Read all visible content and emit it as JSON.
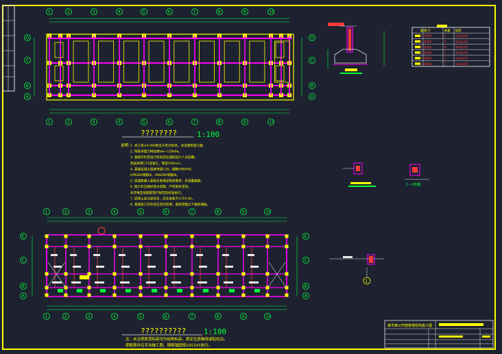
{
  "drawing": {
    "plan_top_title": "????????",
    "plan_top_scale": "1:100",
    "plan_bottom_title": "??????????",
    "plan_bottom_scale": "1:100",
    "notes_heading": "说明：",
    "notes_lines": [
      "1. 本工程±0.000相当于绝对标高，详见建筑施工图。",
      "2. 地基承载力特征值fak=120kPa。",
      "3. 基础开挖至设计标高后应通知设计人员验槽。",
      "   垫层采用C15混凝土，厚度100mm。",
      "4. 基础混凝土强度等级C30，钢筋HRB400。",
      "   HPB300钢筋Φ，HRB400钢筋Ф。",
      "5. 柱插筋锚入基础长度满足规范要求，并设置箍筋。",
      "6. 施工时应做好排水措施，严禁基坑浸泡。",
      "   未尽事宜按国家现行规范及标准执行。",
      "7. 回填土应分层夯实，压实系数不小于0.94。",
      "8. 基础施工完毕后应及时回填，基础顶面以下做防潮层。"
    ],
    "bottom_notes_line1": "注：未注明梁顶标高均为结构标高，梁定位居轴线或贴柱边。",
    "bottom_notes_line2": "   梁配筋详见平法施工图，钢筋锚固按22G101执行。",
    "detail_marker": "1",
    "detail_label_a": "1—1剖面",
    "axis_labels_top": [
      "1",
      "2",
      "3",
      "4",
      "5",
      "6",
      "7",
      "8",
      "9",
      "10"
    ],
    "axis_labels_side": [
      "E",
      "D",
      "C",
      "B",
      "A"
    ],
    "table_header": [
      "编号",
      "尺寸",
      "数量",
      "配筋"
    ],
    "table_rows": [
      [
        "J-1",
        "1800",
        "6",
        "Φ12@150"
      ],
      [
        "J-2",
        "2000",
        "4",
        "Φ12@150"
      ],
      [
        "J-3",
        "2200",
        "8",
        "Φ14@150"
      ],
      [
        "J-4",
        "2400",
        "6",
        "Φ14@150"
      ],
      [
        "J-5",
        "2600",
        "2",
        "Φ14@120"
      ],
      [
        "J-6",
        "2800",
        "2",
        "Φ16@150"
      ]
    ],
    "title_block_header": "某市某公司宿舍楼结构施工图"
  },
  "colors": {
    "background": "#1e2230",
    "frame": "#ffff00",
    "column": "#ff00ff",
    "dimension": "#00ff3a",
    "beam": "#ff3b3b",
    "text": "#ffff00"
  }
}
